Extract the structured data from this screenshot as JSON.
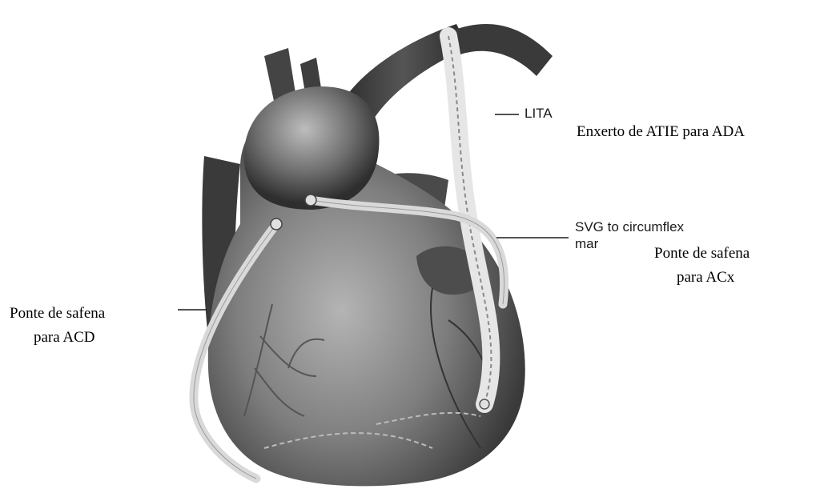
{
  "labels": {
    "lita_graft_pt": "Enxerto de ATIE para ADA",
    "svg_circumflex_pt_line1": "Ponte de safena",
    "svg_circumflex_pt_line2": "para ACx",
    "svg_rca_pt_line1": "Ponte de safena",
    "svg_rca_pt_line2": "para ACD"
  },
  "original_labels": {
    "lita": "LITA",
    "svg_circumflex_line1": "SVG to circumflex",
    "svg_circumflex_line2": "mar"
  }
}
